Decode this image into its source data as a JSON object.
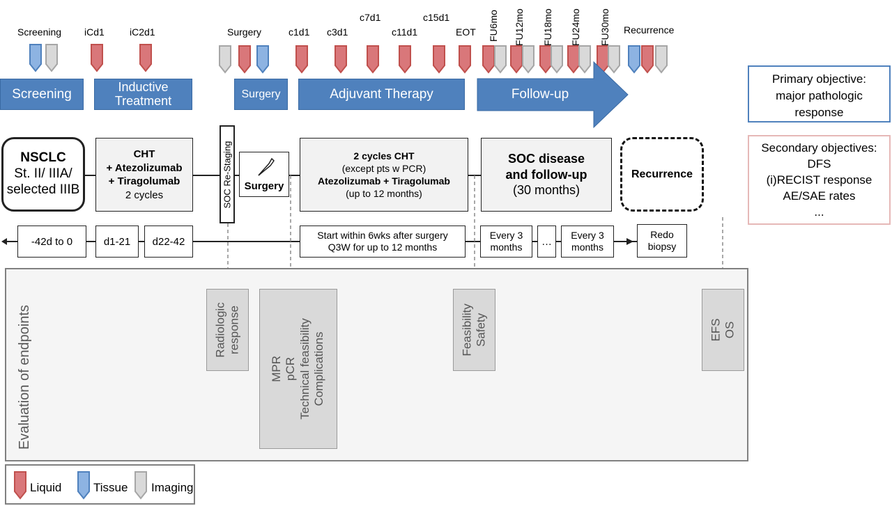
{
  "timepoints": {
    "screening": "Screening",
    "icd1": "iCd1",
    "ic2d1": "iC2d1",
    "surgery": "Surgery",
    "c1d1": "c1d1",
    "c3d1": "c3d1",
    "c7d1": "c7d1",
    "c11d1": "c11d1",
    "c15d1": "c15d1",
    "eot": "EOT",
    "fu6": "FU6mo",
    "fu12": "FU12mo",
    "fu18": "FU18mo",
    "fu24": "FU24mo",
    "fu30": "FU30mo",
    "recurrence": "Recurrence"
  },
  "phases": {
    "screening": "Screening",
    "inductive": "Inductive Treatment",
    "surgery": "Surgery",
    "adjuvant": "Adjuvant Therapy",
    "followup": "Follow-up"
  },
  "boxes": {
    "nsclc_title": "NSCLC",
    "nsclc_line1": "St. II/ IIIA/",
    "nsclc_line2": "selected IIIB",
    "cht_line1": "CHT",
    "cht_line2": "+ Atezolizumab",
    "cht_line3": "+ Tiragolumab",
    "cht_line4": "2 cycles",
    "restaging": "SOC Re-Staging",
    "surgery": "Surgery",
    "adj_line1": "2 cycles CHT",
    "adj_line2": "(except pts w PCR)",
    "adj_line3": "Atezolizumab + Tiragolumab",
    "adj_line4": "(up to 12 months)",
    "soc_line1": "SOC disease",
    "soc_line2": "and follow-up",
    "soc_line3": "(30 months)",
    "recurrence": "Recurrence"
  },
  "timeline": {
    "t1": "-42d to 0",
    "t2": "d1-21",
    "t3": "d22-42",
    "t4_line1": "Start within 6wks after surgery",
    "t4_line2": "Q3W for up to 12 months",
    "t5_line1": "Every 3",
    "t5_line2": "months",
    "t6": "…",
    "t7_line1": "Every 3",
    "t7_line2": "months",
    "t8_line1": "Redo",
    "t8_line2": "biopsy"
  },
  "endpoints": {
    "section_label": "Evaluation of endpoints",
    "e1": [
      "Radiologic",
      "response"
    ],
    "e2": [
      "MPR",
      "pCR",
      "Technical feasibility",
      "Complications"
    ],
    "e3": [
      "Feasibility",
      "Safety"
    ],
    "e4": [
      "EFS",
      "OS"
    ]
  },
  "objectives": {
    "primary": [
      "Primary objective:",
      "major pathologic",
      "response"
    ],
    "secondary": [
      "Secondary objectives:",
      "DFS",
      "(i)RECIST response",
      "AE/SAE rates",
      "..."
    ]
  },
  "legend": {
    "liquid": "Liquid",
    "tissue": "Tissue",
    "imaging": "Imaging"
  },
  "colors": {
    "liquid": "#d9777a",
    "liquid_border": "#c0504d",
    "tissue": "#8db3e2",
    "tissue_border": "#4f81bd",
    "imaging": "#d9d9d9",
    "imaging_border": "#a6a6a6",
    "phase": "#4f81bd",
    "primary_border": "#4f81bd",
    "secondary_border": "#e6b8b7"
  }
}
